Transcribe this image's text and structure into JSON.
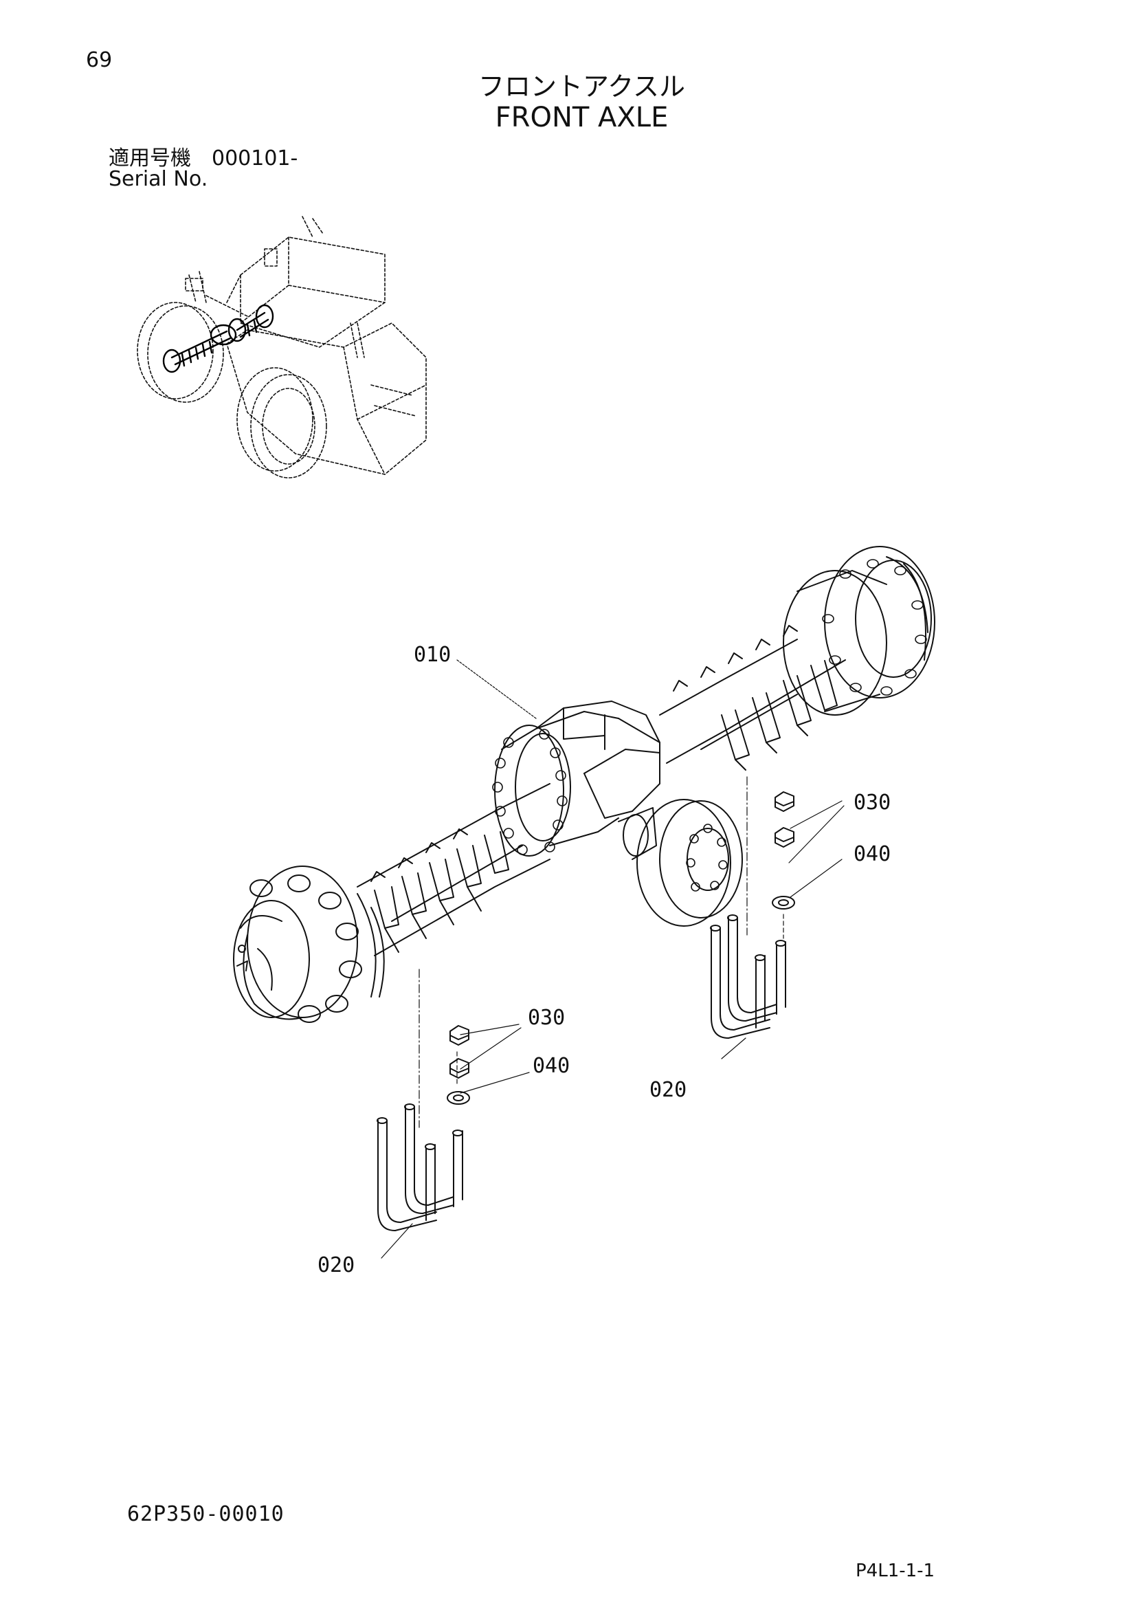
{
  "header": {
    "page_number": "69",
    "title_jp": "フロントアクスル",
    "title_en": "FRONT AXLE",
    "serial_label_jp": "適用号機　000101-",
    "serial_label_en": "Serial No."
  },
  "callouts": {
    "c010": "010",
    "c030_right": "030",
    "c040_right": "040",
    "c030_left": "030",
    "c040_left": "040",
    "c020_right": "020",
    "c020_left": "020"
  },
  "footer": {
    "doc_code": "62P350-00010",
    "page_code": "P4L1-1-1"
  }
}
